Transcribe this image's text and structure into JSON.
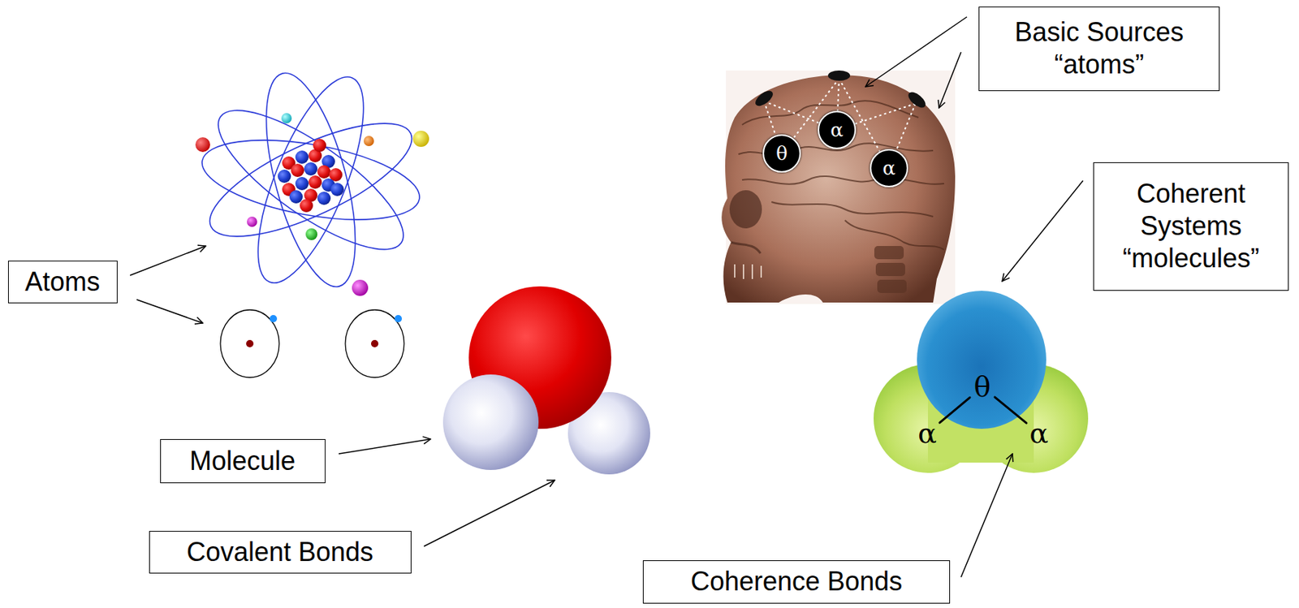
{
  "diagram": {
    "nodes": [
      {
        "text": [
          "Basic Sources “atoms”"
        ]
      },
      {
        "text": [
          "θ"
        ]
      },
      {
        "text": [
          "α"
        ]
      },
      {
        "text": [
          "α"
        ]
      },
      {
        "text": [
          "Coherent Systems “molecules”"
        ]
      },
      {
        "text": [
          "Atoms"
        ]
      },
      {
        "text": [
          "Molecule"
        ]
      },
      {
        "text": [
          "θ"
        ]
      },
      {
        "text": [
          "α"
        ]
      },
      {
        "text": [
          "α"
        ]
      },
      {
        "text": [
          "Covalent Bonds"
        ]
      },
      {
        "text": [
          "Coherence Bonds"
        ]
      }
    ],
    "edges": [
      {
        "from": 7,
        "to": 8,
        "arrow": "none"
      },
      {
        "from": 7,
        "to": 9,
        "arrow": "none"
      }
    ]
  }
}
